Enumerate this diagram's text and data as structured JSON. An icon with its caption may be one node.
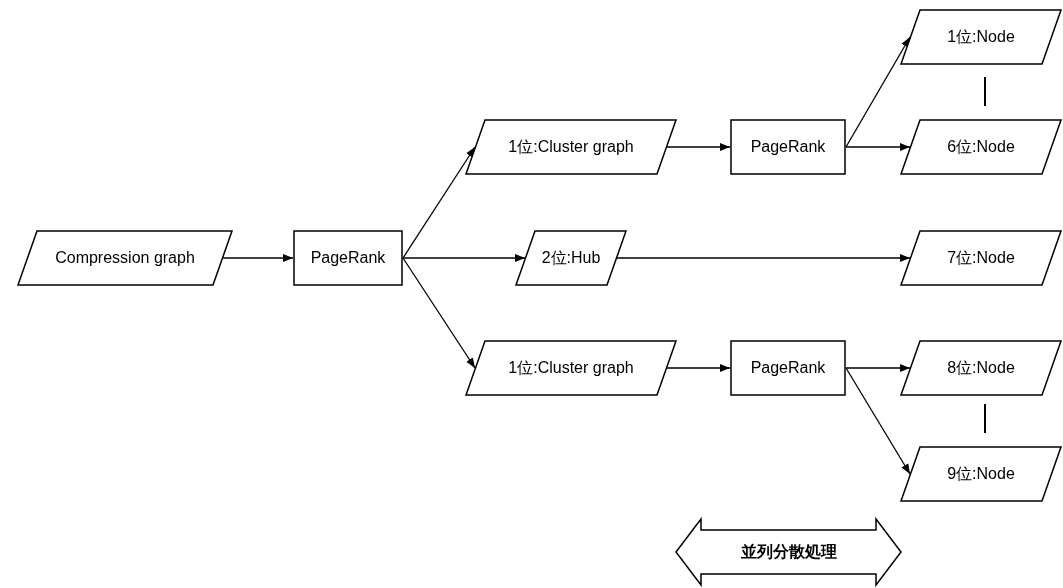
{
  "diagram": {
    "nodes": [
      {
        "text": [
          "Compression graph"
        ]
      },
      {
        "text": [
          "PageRank"
        ]
      },
      {
        "text": [
          "1位:Cluster graph"
        ]
      },
      {
        "text": [
          "2位:Hub"
        ]
      },
      {
        "text": [
          "1位:Cluster graph"
        ]
      },
      {
        "text": [
          "PageRank"
        ]
      },
      {
        "text": [
          "PageRank"
        ]
      },
      {
        "text": [
          "1位:Node"
        ]
      },
      {
        "text": [
          "6位:Node"
        ]
      },
      {
        "text": [
          "7位:Node"
        ]
      },
      {
        "text": [
          "8位:Node"
        ]
      },
      {
        "text": [
          "9位:Node"
        ]
      },
      {
        "text": [
          "並列分散処理"
        ]
      }
    ],
    "edges": [
      {
        "from": 0,
        "to": 1,
        "arrow": "to"
      },
      {
        "from": 1,
        "to": 2,
        "arrow": "to"
      },
      {
        "from": 1,
        "to": 3,
        "arrow": "to"
      },
      {
        "from": 1,
        "to": 4,
        "arrow": "to"
      },
      {
        "from": 2,
        "to": 5,
        "arrow": "to"
      },
      {
        "from": 4,
        "to": 6,
        "arrow": "to"
      },
      {
        "from": 5,
        "to": 7,
        "arrow": "to"
      },
      {
        "from": 5,
        "to": 8,
        "arrow": "to"
      },
      {
        "from": 3,
        "to": 9,
        "arrow": "to"
      },
      {
        "from": 6,
        "to": 10,
        "arrow": "to"
      },
      {
        "from": 6,
        "to": 11,
        "arrow": "to"
      }
    ]
  }
}
